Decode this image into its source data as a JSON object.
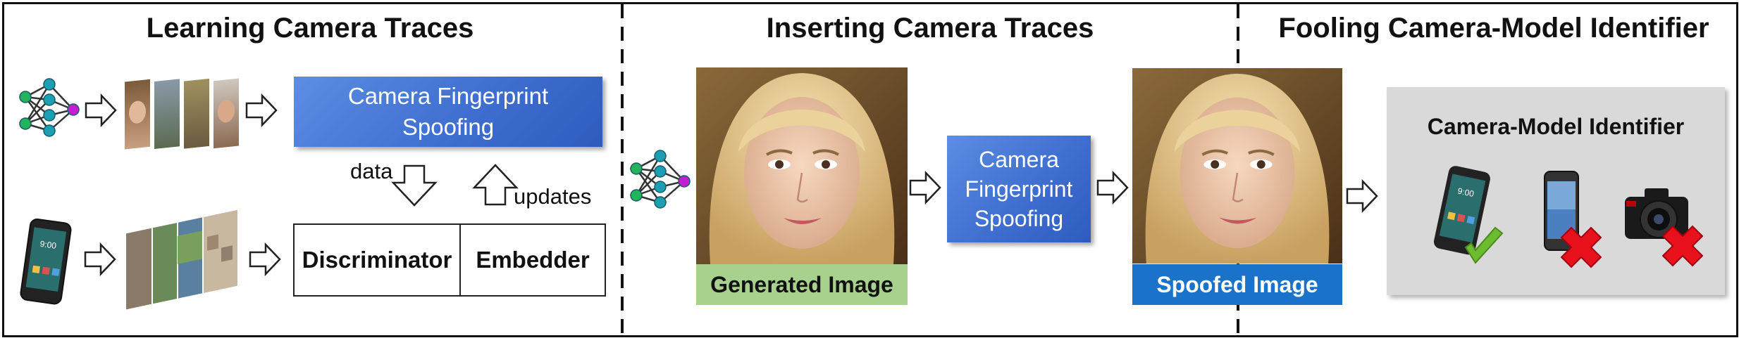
{
  "sections": {
    "learning": "Learning Camera Traces",
    "inserting": "Inserting Camera Traces",
    "fooling": "Fooling Camera-Model Identifier"
  },
  "learning": {
    "spoofing_box": "Camera Fingerprint\nSpoofing",
    "data_label": "data",
    "updates_label": "updates",
    "discriminator": "Discriminator",
    "embedder": "Embedder"
  },
  "inserting": {
    "spoofing_box": "Camera\nFingerprint\nSpoofing",
    "generated_caption": "Generated Image",
    "spoofed_caption": "Spoofed Image"
  },
  "fooling": {
    "identifier_title": "Camera-Model Identifier"
  },
  "colors": {
    "generated_caption_bg": "#a9d18e",
    "spoofed_caption_bg": "#1a73c8",
    "identifier_panel_bg": "#d9d9d9",
    "check_green": "#6dbb2f",
    "cross_red": "#e8101a",
    "network_input": "#22b45a",
    "network_hidden": "#1a9fb3",
    "network_output": "#c020d0"
  }
}
